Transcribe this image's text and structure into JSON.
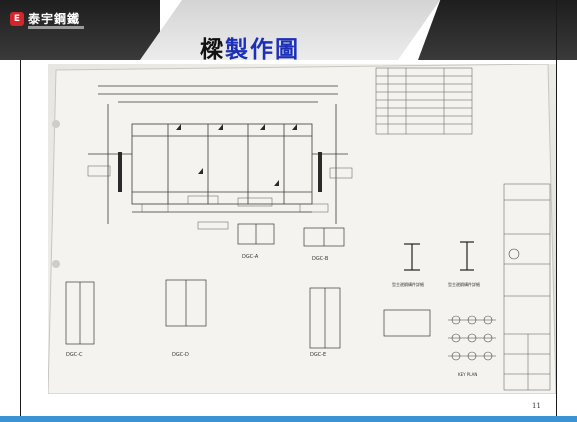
{
  "header": {
    "logo_glyph": "E",
    "logo_text": "泰宇鋼鐵",
    "title_part1": "樑",
    "title_part2": "製作圖"
  },
  "slide": {
    "page_number": "11"
  },
  "drawing": {
    "callouts": [
      "DGC-A",
      "DGC-B",
      "DGC-C",
      "DGC-D",
      "DGC-E"
    ],
    "section_notes": [
      "型主邊鋼構件詳細",
      "型主邊鋼構件詳細"
    ],
    "key_plan": "KEY PLAN"
  },
  "colors": {
    "title_accent": "#1c2fb8",
    "logo_red": "#d3262c",
    "bottom_bar": "#3b93d4",
    "header_dark": "#1e1e1e"
  }
}
